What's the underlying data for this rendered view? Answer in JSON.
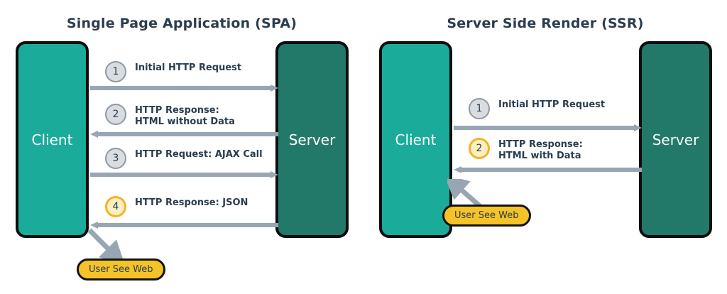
{
  "colors": {
    "client_fill": "#1aab9b",
    "server_fill": "#22796a",
    "arrow": "#98a6b3",
    "badge_fill": "#f5c328",
    "gold_circle": "#f0b429",
    "grey_circle": "#d9dde2",
    "text_dark": "#2b3d4f",
    "border_dark": "#0d0d0d",
    "background": "#ffffff"
  },
  "diagram": {
    "type": "sequence-comparison",
    "panels": [
      {
        "id": "spa",
        "title": "Single Page Application  (SPA)",
        "nodes": {
          "left": "Client",
          "right": "Server"
        },
        "steps": [
          {
            "number": "1",
            "style": "grey",
            "label_lines": [
              "Initial HTTP Request"
            ],
            "direction": "client-to-server"
          },
          {
            "number": "2",
            "style": "grey",
            "label_lines": [
              "HTTP Response:",
              "HTML without Data"
            ],
            "direction": "server-to-client"
          },
          {
            "number": "3",
            "style": "grey",
            "label_lines": [
              "HTTP Request: AJAX Call"
            ],
            "direction": "client-to-server"
          },
          {
            "number": "4",
            "style": "gold",
            "label_lines": [
              "HTTP Response: JSON"
            ],
            "direction": "server-to-client"
          }
        ],
        "badge": "User See Web"
      },
      {
        "id": "ssr",
        "title": "Server Side Render  (SSR)",
        "nodes": {
          "left": "Client",
          "right": "Server"
        },
        "steps": [
          {
            "number": "1",
            "style": "grey",
            "label_lines": [
              "Initial HTTP Request"
            ],
            "direction": "client-to-server"
          },
          {
            "number": "2",
            "style": "gold",
            "label_lines": [
              "HTTP Response:",
              "HTML with Data"
            ],
            "direction": "server-to-client"
          }
        ],
        "badge": "User See Web"
      }
    ]
  }
}
